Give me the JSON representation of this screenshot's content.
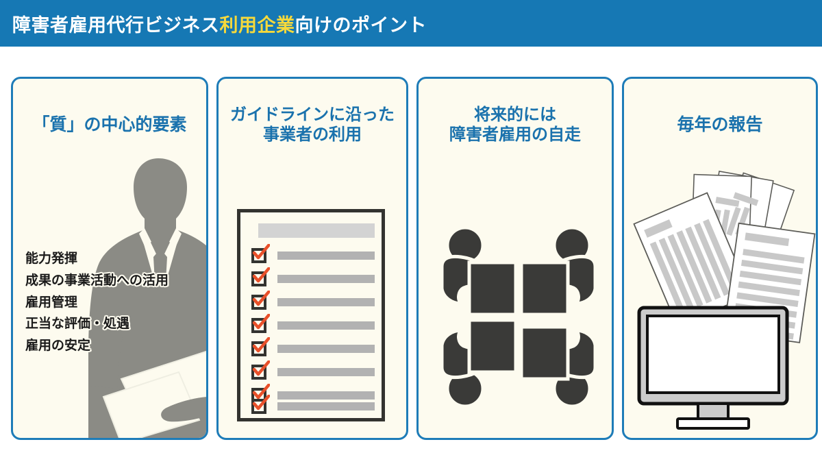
{
  "header": {
    "title_pre": "障害者雇用代行ビジネス",
    "title_highlight": "利用企業",
    "title_post": "向けのポイント",
    "bg_color": "#1678b4",
    "text_color": "#ffffff",
    "highlight_color": "#f6d93b"
  },
  "theme": {
    "card_bg": "#fdfbef",
    "card_border": "#1e7cb8",
    "title_color": "#1a72ad",
    "icon_dark": "#3a3a38",
    "silhouette_gray": "#8b8b85",
    "check_orange": "#e8502a",
    "bar_gray": "#b2b2b2",
    "head_bar_gray": "#d3d3d3"
  },
  "cards": [
    {
      "id": "quality-core-elements",
      "title": "「質」の中心的要素",
      "icon": "businessman-silhouette-icon",
      "items": [
        "能力発揮",
        "成果の事業活動への活用",
        "雇用管理",
        "正当な評価・処遇",
        "雇用の安定"
      ]
    },
    {
      "id": "guideline-compliant-providers",
      "title": "ガイドラインに沿った\n事業者の利用",
      "icon": "checklist-clipboard-icon",
      "checklist": {
        "header_bar": true,
        "rows": 8
      }
    },
    {
      "id": "future-self-driven-employment",
      "title": "将来的には\n障害者雇用の自走",
      "icon": "meeting-people-table-icon"
    },
    {
      "id": "annual-report",
      "title": "毎年の報告",
      "icon": "documents-and-monitor-icon",
      "documents": 5
    }
  ]
}
